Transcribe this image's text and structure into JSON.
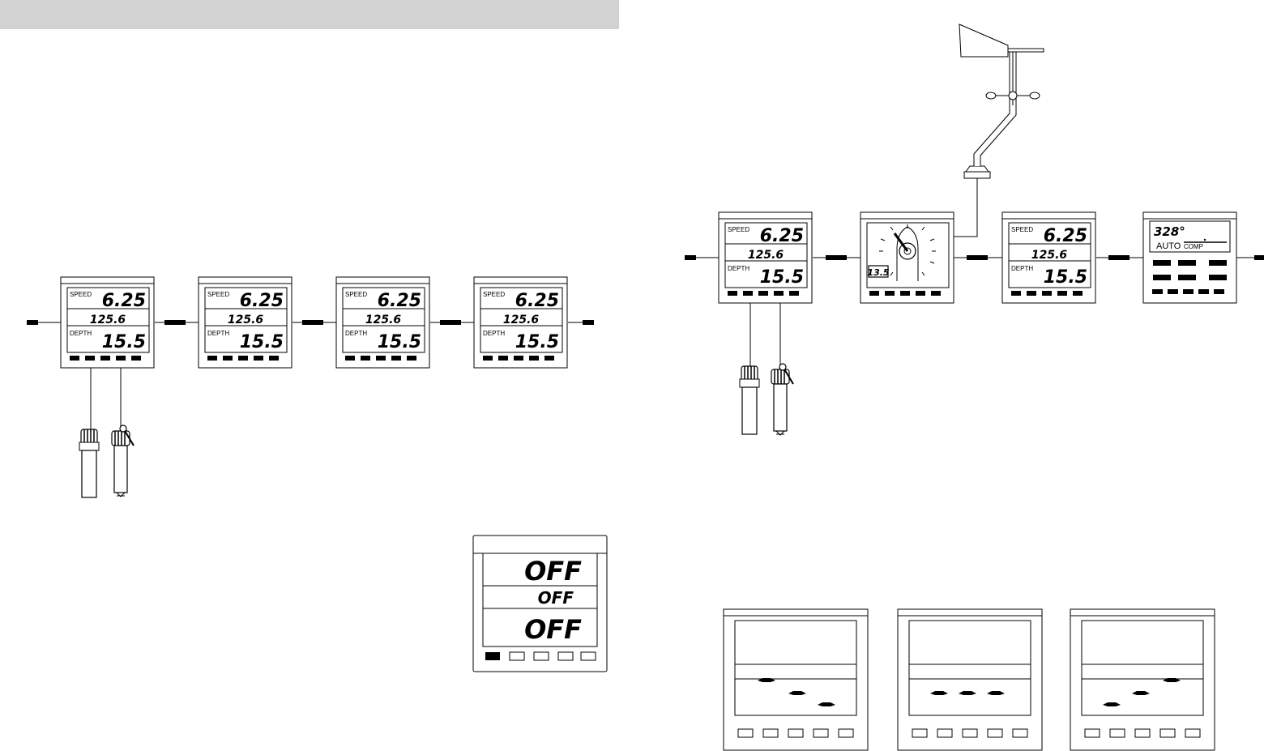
{
  "instrument": {
    "speed_label": "SPEED",
    "speed_value": "6.25",
    "log_value": "125.6",
    "depth_label": "DEPTH",
    "depth_value": "15.5"
  },
  "wind": {
    "speed_value": "13.5"
  },
  "autopilot": {
    "heading": "328°",
    "mode": "AUTO",
    "sub_mode": "COMP"
  },
  "off_display": {
    "line1": "OFF",
    "line2": "OFF",
    "line3": "OFF"
  }
}
